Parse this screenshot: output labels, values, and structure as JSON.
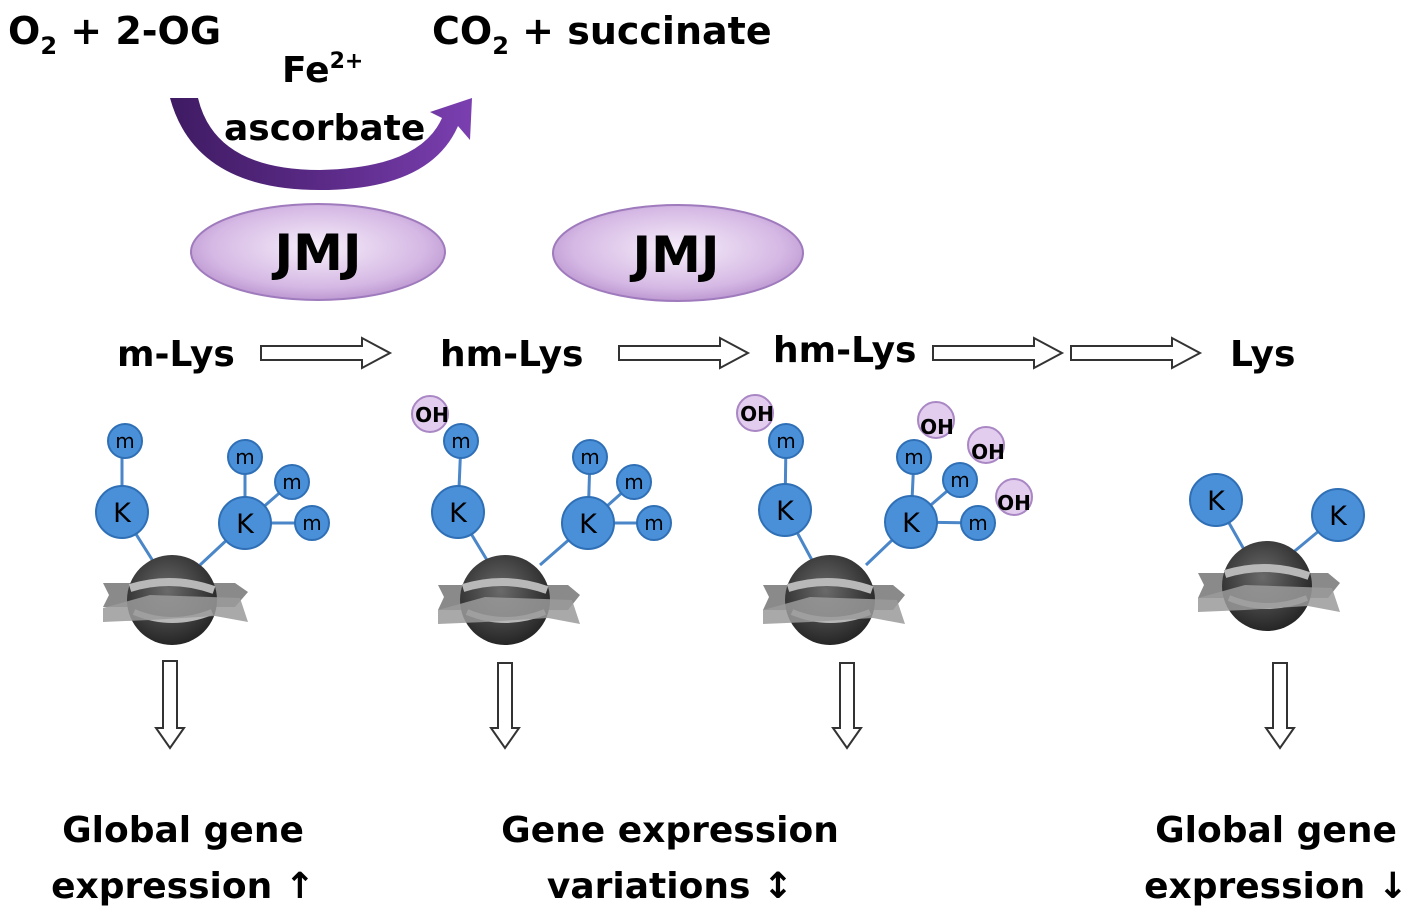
{
  "reaction": {
    "substrates_prefix": "O",
    "substrates_sub": "2",
    "substrates_suffix": " + 2-OG",
    "products_prefix": "CO",
    "products_sub": "2",
    "products_suffix": " + succinate",
    "cofactor_1_base": "Fe",
    "cofactor_1_sup": "2+",
    "cofactor_2": "ascorbate"
  },
  "enzymes": [
    "JMJ",
    "JMJ"
  ],
  "states": [
    "m-Lys",
    "hm-Lys",
    "hm-Lys",
    "Lys"
  ],
  "markers": {
    "lysine": "K",
    "methyl": "m",
    "hydroxyl": "OH"
  },
  "outcomes": [
    {
      "line1": "Global gene",
      "line2": "expression",
      "arrow": "↑"
    },
    {
      "line1": "Gene expression",
      "line2": "variations",
      "arrow": "↕"
    },
    {
      "line1": "Global gene",
      "line2": "expression",
      "arrow": "↓"
    }
  ],
  "colors": {
    "enzyme_fill": "#c9a6db",
    "arc_arrow": "#6a2c9a",
    "lysine_blue": "#4a90d9",
    "hydroxyl_fill": "#e3cdee"
  }
}
